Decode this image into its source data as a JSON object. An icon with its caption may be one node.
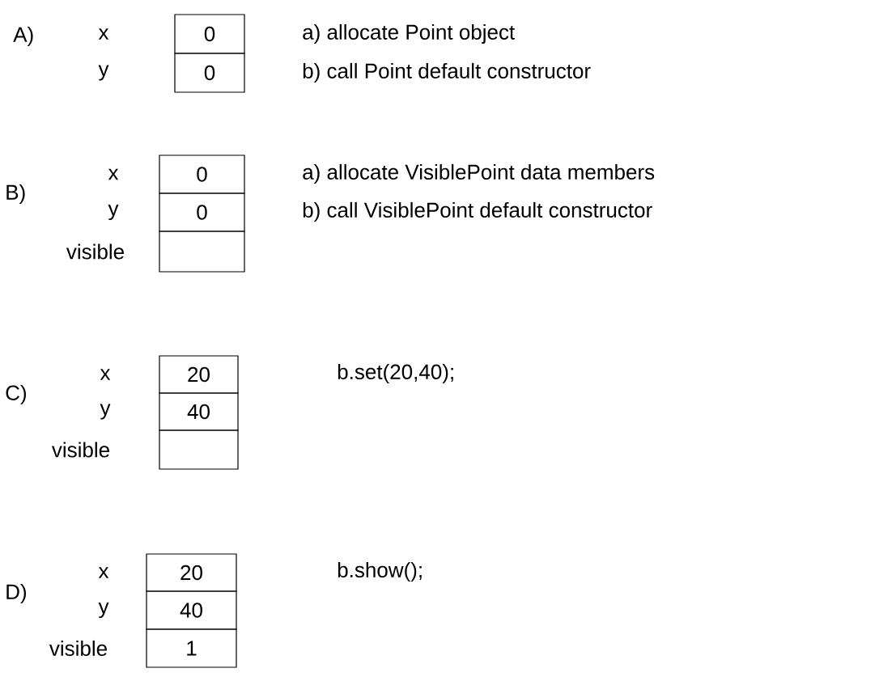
{
  "diagram": {
    "nodes": [
      {
        "text": [
          "0"
        ],
        "beside": [
          "x"
        ]
      },
      {
        "text": [
          "0"
        ],
        "beside": [
          "y"
        ]
      },
      {
        "text": [
          "0"
        ],
        "beside": [
          "x"
        ]
      },
      {
        "text": [
          "0"
        ],
        "beside": [
          "y"
        ]
      },
      {
        "text": [],
        "shape": "box",
        "beside": [
          "visible"
        ]
      },
      {
        "text": [
          "20"
        ],
        "beside": [
          "x"
        ]
      },
      {
        "text": [
          "40"
        ],
        "beside": [
          "y"
        ]
      },
      {
        "text": [],
        "shape": "box",
        "beside": [
          "visible"
        ]
      },
      {
        "text": [
          "20"
        ],
        "beside": [
          "x"
        ]
      },
      {
        "text": [
          "40"
        ],
        "beside": [
          "y"
        ]
      },
      {
        "text": [
          "1"
        ],
        "beside": [
          "visible"
        ]
      }
    ],
    "labels": [
      "A)",
      "a) allocate Point object",
      "b) call Point default constructor",
      "B)",
      "a) allocate VisiblePoint data members",
      "b) call VisiblePoint default constructor",
      "C)",
      "b.set(20,40);",
      "D)",
      "b.show();"
    ]
  }
}
